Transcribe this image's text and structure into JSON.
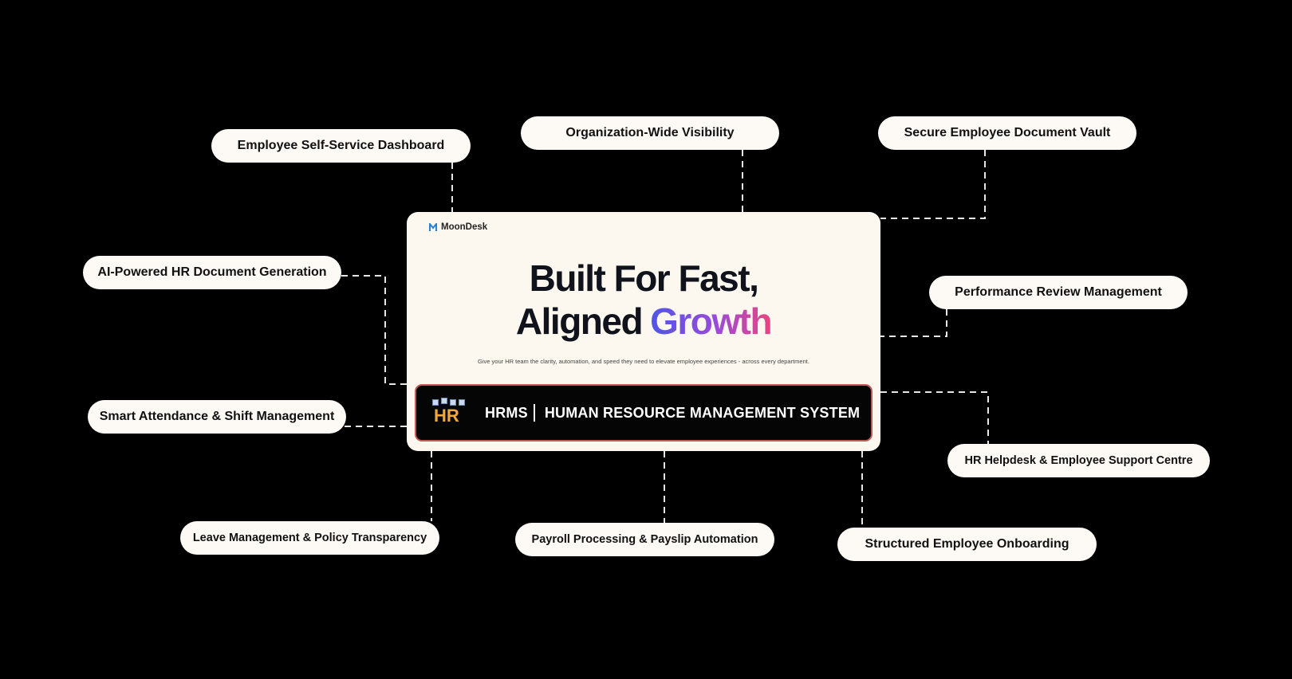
{
  "card": {
    "brand": "MoonDesk",
    "headline_line1": "Built For Fast,",
    "headline_line2_prefix": "Aligned",
    "headline_line2_accent": "Growth",
    "subtext": "Give your HR team the clarity, automation, and speed they need to elevate employee experiences - across every department.",
    "banner_icon_text": "HR",
    "banner_short": "HRMS",
    "banner_long": "HUMAN RESOURCE MANAGEMENT SYSTEM"
  },
  "features": [
    "Employee Self-Service Dashboard",
    "Organization-Wide Visibility",
    "Secure Employee Document Vault",
    "AI-Powered HR Document Generation",
    "Performance Review Management",
    "Smart Attendance & Shift Management",
    "HR Helpdesk & Employee Support Centre",
    "Leave Management & Policy Transparency",
    "Payroll Processing & Payslip Automation",
    "Structured Employee Onboarding"
  ],
  "colors": {
    "background": "#000000",
    "pill": "#fdfaf6",
    "card": "#fdf8ef",
    "accent_start": "#4f55e8",
    "accent_end": "#e8467f",
    "banner_border": "#c45a5a",
    "hr_icon": "#f0a83a"
  }
}
